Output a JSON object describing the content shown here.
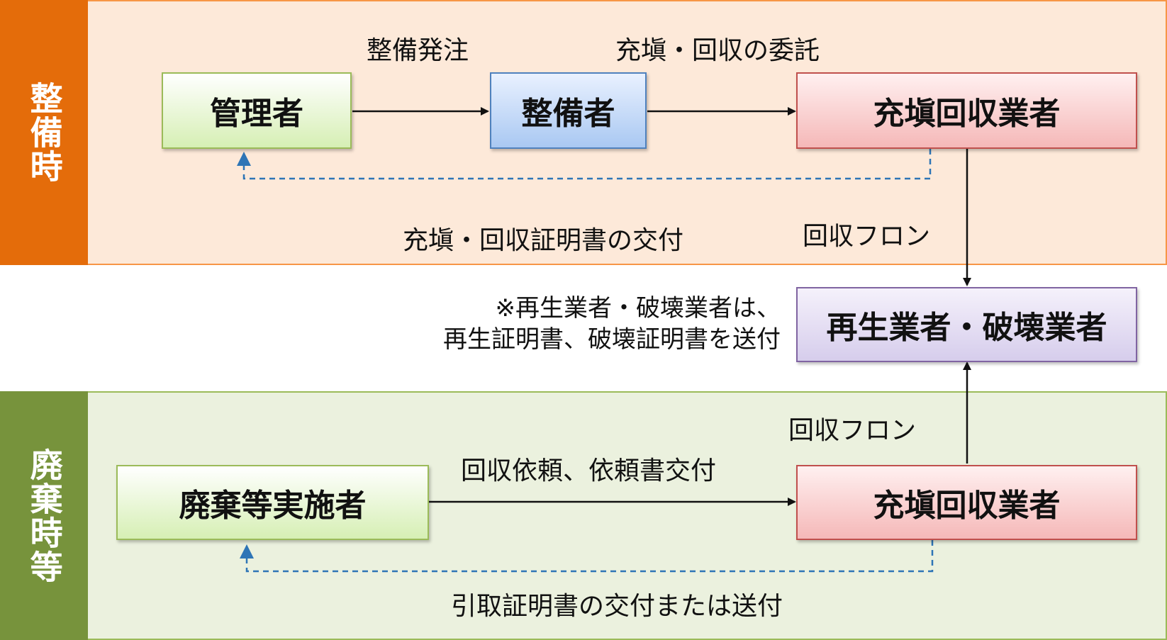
{
  "bands": {
    "top": {
      "label": "整備時"
    },
    "bottom": {
      "label": "廃棄時等"
    }
  },
  "nodes": {
    "manager": "管理者",
    "maintainer": "整備者",
    "filler_top": "充塡回収業者",
    "recycler": "再生業者・破壊業者",
    "disposer": "廃棄等実施者",
    "filler_bottom": "充塡回収業者"
  },
  "labels": {
    "order": "整備発注",
    "entrust": "充塡・回収の委託",
    "certificate_issue": "充塡・回収証明書の交付",
    "recovered_top": "回収フロン",
    "recovered_bottom": "回収フロン",
    "request": "回収依頼、依頼書交付",
    "transfer_cert": "引取証明書の交付または送付"
  },
  "note": {
    "line1": "※再生業者・破壊業者は、",
    "line2": "再生証明書、破壊証明書を送付"
  },
  "colors": {
    "top_side": "#e46c0a",
    "top_bg": "#fde9d9",
    "bottom_side": "#77933c",
    "bottom_bg": "#ebf1de",
    "dashed_arrow": "#2e75b6"
  }
}
